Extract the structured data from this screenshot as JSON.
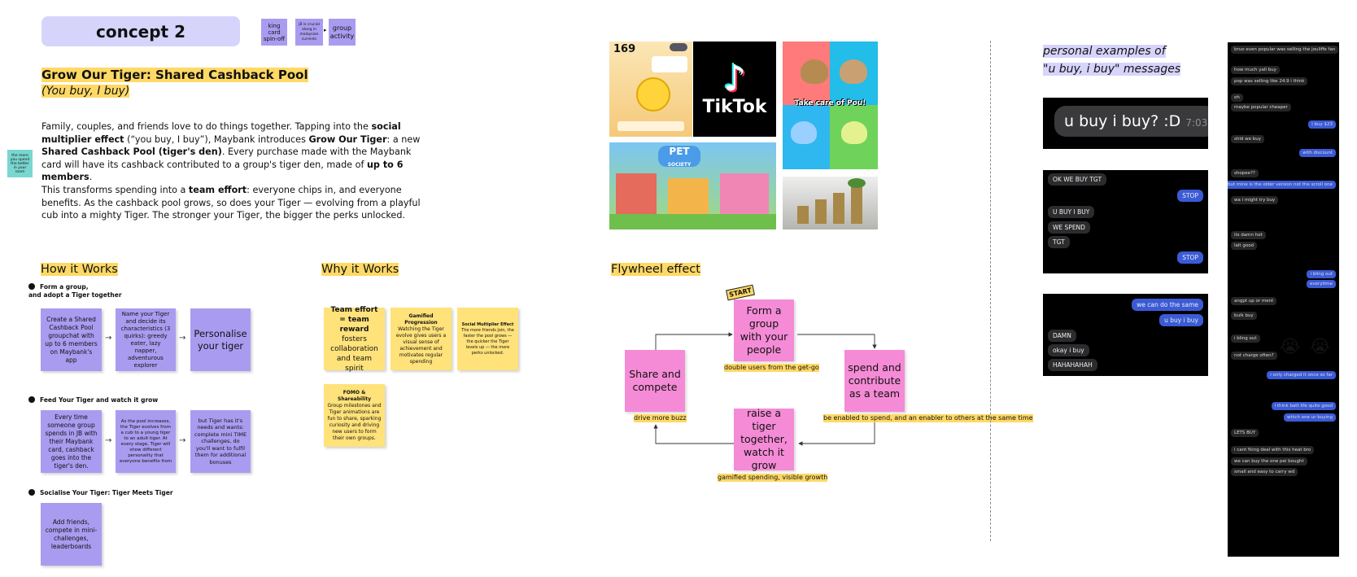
{
  "concept": {
    "title": "concept 2",
    "tags": [
      "king card spin-off",
      "jB is crucial along in malaysian currents",
      "group activity"
    ],
    "tag_arrow": "▸"
  },
  "intro": {
    "heading": "Grow Our Tiger: Shared Cashback Pool",
    "subheading": "(You buy, I buy)",
    "p1": [
      {
        "t": "Family, couples, and friends love to do things together. Tapping into the ",
        "b": false
      },
      {
        "t": "social multiplier effect",
        "b": true
      },
      {
        "t": " (“you buy, I buy”), Maybank introduces ",
        "b": false
      },
      {
        "t": "Grow Our Tiger",
        "b": true
      },
      {
        "t": ": a new ",
        "b": false
      },
      {
        "t": "Shared Cashback Pool (tiger's den)",
        "b": true
      },
      {
        "t": ". Every purchase made with the Maybank card will have its cashback contributed to a group's tiger den, made of ",
        "b": false
      },
      {
        "t": "up to 6 members",
        "b": true
      },
      {
        "t": ".",
        "b": false
      }
    ],
    "p2": [
      {
        "t": "This transforms spending into a ",
        "b": false
      },
      {
        "t": "team effort",
        "b": true
      },
      {
        "t": ": everyone chips in, and everyone benefits. As the cashback pool grows, so does your Tiger — evolving from a playful cub into a mighty Tiger. The stronger your Tiger, the bigger the perks unlocked.",
        "b": false
      }
    ],
    "side_note": "the more you spend the better in your room"
  },
  "how": {
    "heading": "How it Works",
    "arrow": "→",
    "step1": {
      "label": "Form a group,\nand adopt a Tiger together",
      "cards": [
        "Create a Shared Cashback Pool groupchat with up to 6 members on Maybank's app",
        "Name your Tiger and decide its characteristics (3 quirks): greedy eater, lazy napper, adventurous explorer",
        "Personalise your tiger"
      ]
    },
    "step2": {
      "label": "Feed Your Tiger and watch it grow",
      "cards": [
        "Every time someone  group spends in JB with their Maybank card, cashback goes into the tiger's den.",
        "As the pool increases, the Tiger evolves from a cub to a young tiger to an adult tiger. At every stage, Tiger will show different personality that everyone benefits from",
        "but Tiger has it's needs and wants: complete mini TIME challenges, do you'll want to fulfil them for additional bonuses"
      ]
    },
    "step3": {
      "label": "Socialise Your Tiger: Tiger Meets Tiger",
      "cards": [
        "Add friends, compete in mini-challenges, leaderboards"
      ]
    }
  },
  "why": {
    "heading": "Why it Works",
    "notes": [
      {
        "title": "Team effort = team reward",
        "body": " fosters collaboration and team spirit"
      },
      {
        "title": "Gamified Progression",
        "body": "Watching the Tiger evolve gives users a visual sense of achievement and motivates regular spending"
      },
      {
        "title": "Social Multiplier Effect",
        "body": "The more friends join, the faster the pool grows — the quicker the Tiger levels up — the more perks unlocked."
      },
      {
        "title": "FOMO & Shareability",
        "body": "Group milestones and Tiger animations are fun to share, sparking curiosity and driving new users to form their own groups."
      }
    ]
  },
  "flywheel": {
    "heading": "Flywheel effect",
    "start": "START",
    "nodes": [
      {
        "id": "top",
        "text": "Form a group with your people",
        "caption": "double users from the get-go"
      },
      {
        "id": "right",
        "text": "spend and contribute as a team",
        "caption": "be enabled to spend, and an enabler to others at the same time"
      },
      {
        "id": "bottom",
        "text": "raise a tiger together, watch it grow",
        "caption": "gamified spending, visible growth"
      },
      {
        "id": "left",
        "text": "Share and compete",
        "caption": "drive more buzz"
      }
    ]
  },
  "images": {
    "game_score": "169",
    "tiktok_label": "TikTok",
    "pou_caption": "Take care of Pou!",
    "pet_logo": "PET",
    "pet_logo_sub": "SOCIETY"
  },
  "examples": {
    "label_line1": "personal examples of",
    "label_line2": "\"u buy, i buy\" messages",
    "bubble_main": "u buy i buy? :D",
    "bubble_time": "7:03",
    "chat2": {
      "left": [
        "OK WE BUY TGT",
        "U BUY I BUY",
        "WE SPEND",
        "TGT"
      ],
      "right": [
        "STOP",
        "STOP"
      ]
    },
    "chat3": {
      "right": [
        "we can do the same",
        "u buy i buy"
      ],
      "left": [
        "DAMN",
        "okay i buy",
        "HAHAHAHAH"
      ]
    },
    "side_chat": [
      {
        "side": "l",
        "text": "bruo even popular was selling the jouliffe fan"
      },
      {
        "side": "l",
        "text": "how much yall buy"
      },
      {
        "side": "l",
        "text": "pop was selling like 24.9 i think"
      },
      {
        "side": "l",
        "text": "oh"
      },
      {
        "side": "l",
        "text": "maybe popular cheaper"
      },
      {
        "side": "r",
        "text": "i buy $23"
      },
      {
        "side": "l",
        "text": "shld we buy"
      },
      {
        "side": "r",
        "text": "with discount"
      },
      {
        "side": "l",
        "text": "shopee??"
      },
      {
        "side": "r",
        "text": "but mine is the older version not the scroll one"
      },
      {
        "side": "l",
        "text": "wa i might try buy"
      },
      {
        "side": "l",
        "text": "its damn hot"
      },
      {
        "side": "l",
        "text": "lalt good"
      },
      {
        "side": "r",
        "text": "i bling out"
      },
      {
        "side": "r",
        "text": "everytime"
      },
      {
        "side": "l",
        "text": "angpt up or ment"
      },
      {
        "side": "l",
        "text": "bulk buy"
      },
      {
        "side": "l",
        "text": "i bling out"
      },
      {
        "side": "l",
        "text": "not charge often?"
      },
      {
        "side": "r",
        "text": "i only charged it once so far"
      },
      {
        "side": "r",
        "text": "i think batt life quite good"
      },
      {
        "side": "r",
        "text": "which one ur buying"
      },
      {
        "side": "l",
        "text": "LETS BUY"
      },
      {
        "side": "l",
        "text": "i cant fking deal with this heat bro"
      },
      {
        "side": "l",
        "text": "we can buy the one pei bought"
      },
      {
        "side": "l",
        "text": "small and easy to carry wd"
      }
    ],
    "emoji": "😭 😭"
  }
}
